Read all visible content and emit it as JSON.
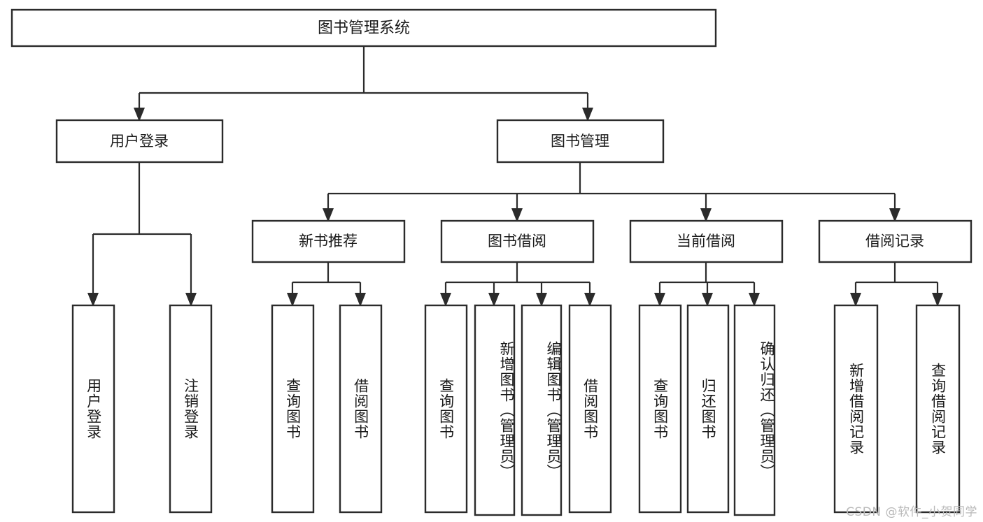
{
  "diagram": {
    "type": "tree-hierarchy",
    "title": "图书管理系统",
    "watermark": "CSDN @软件_小贺同学",
    "colors": {
      "background": "#ffffff",
      "stroke": "#2b2b2b",
      "node_fill": "#ffffff",
      "text": "#1a1a1a",
      "watermark": "#b9b9b9"
    },
    "root": {
      "label": "图书管理系统",
      "level": 0
    },
    "level1": [
      {
        "label": "用户登录",
        "level": 1
      },
      {
        "label": "图书管理",
        "level": 1
      }
    ],
    "level2": [
      {
        "label": "新书推荐",
        "level": 2,
        "parent": "图书管理"
      },
      {
        "label": "图书借阅",
        "level": 2,
        "parent": "图书管理"
      },
      {
        "label": "当前借阅",
        "level": 2,
        "parent": "图书管理"
      },
      {
        "label": "借阅记录",
        "level": 2,
        "parent": "图书管理"
      }
    ],
    "leaves": [
      {
        "label": "用户登录",
        "parent": "用户登录",
        "group": "user-login"
      },
      {
        "label": "注销登录",
        "parent": "用户登录",
        "group": "user-login"
      },
      {
        "label": "查询图书",
        "parent": "新书推荐",
        "group": "new-book"
      },
      {
        "label": "借阅图书",
        "parent": "新书推荐",
        "group": "new-book"
      },
      {
        "label": "查询图书",
        "parent": "图书借阅",
        "group": "book-borrow"
      },
      {
        "label": "新增图书（管理员）",
        "parent": "图书借阅",
        "group": "book-borrow"
      },
      {
        "label": "编辑图书（管理员）",
        "parent": "图书借阅",
        "group": "book-borrow"
      },
      {
        "label": "借阅图书",
        "parent": "图书借阅",
        "group": "book-borrow"
      },
      {
        "label": "查询图书",
        "parent": "当前借阅",
        "group": "current-borrow"
      },
      {
        "label": "归还图书",
        "parent": "当前借阅",
        "group": "current-borrow"
      },
      {
        "label": "确认归还（管理员）",
        "parent": "当前借阅",
        "group": "current-borrow"
      },
      {
        "label": "新增借阅记录",
        "parent": "借阅记录",
        "group": "borrow-record"
      },
      {
        "label": "查询借阅记录",
        "parent": "借阅记录",
        "group": "borrow-record"
      }
    ]
  }
}
